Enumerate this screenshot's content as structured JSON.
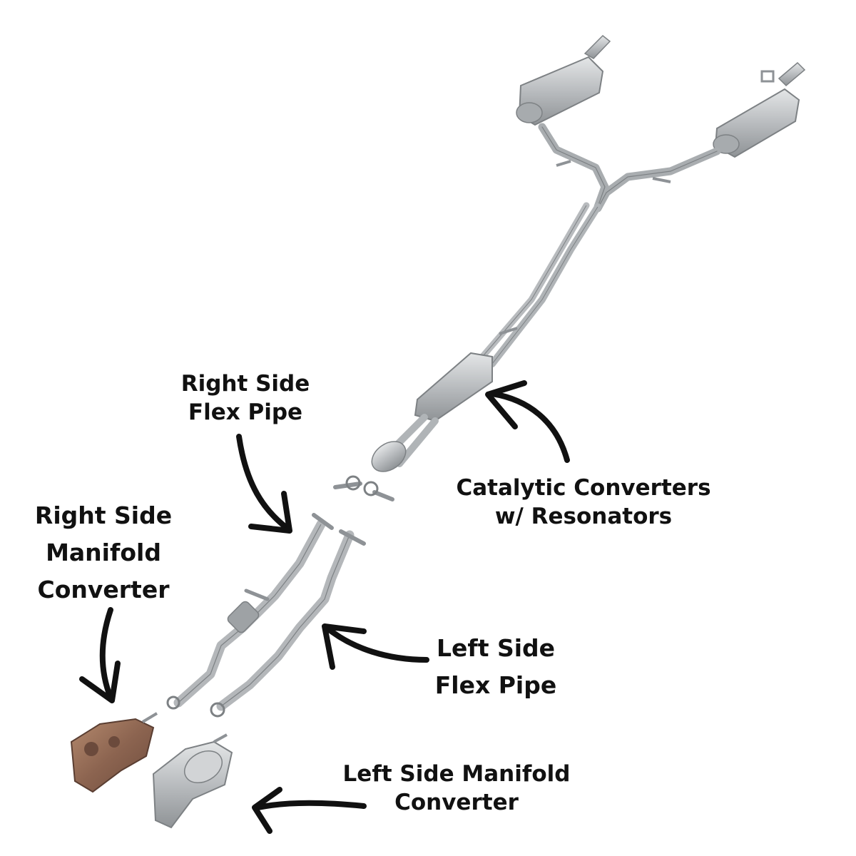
{
  "labels": {
    "right_flex_pipe": [
      "Right Side",
      "Flex Pipe"
    ],
    "catalytic_converters": [
      "Catalytic Converters",
      "w/ Resonators"
    ],
    "right_manifold_converter": [
      "Right Side",
      "Manifold",
      "Converter"
    ],
    "left_flex_pipe": [
      "Left Side",
      "Flex Pipe"
    ],
    "left_manifold_converter": [
      "Left Side Manifold",
      "Converter"
    ]
  },
  "colors": {
    "background": "#ffffff",
    "text": "#111111",
    "arrow": "#111111",
    "steel": "#bfc2c4",
    "steel_dark": "#8e9296",
    "rust": "#9a6f57"
  }
}
